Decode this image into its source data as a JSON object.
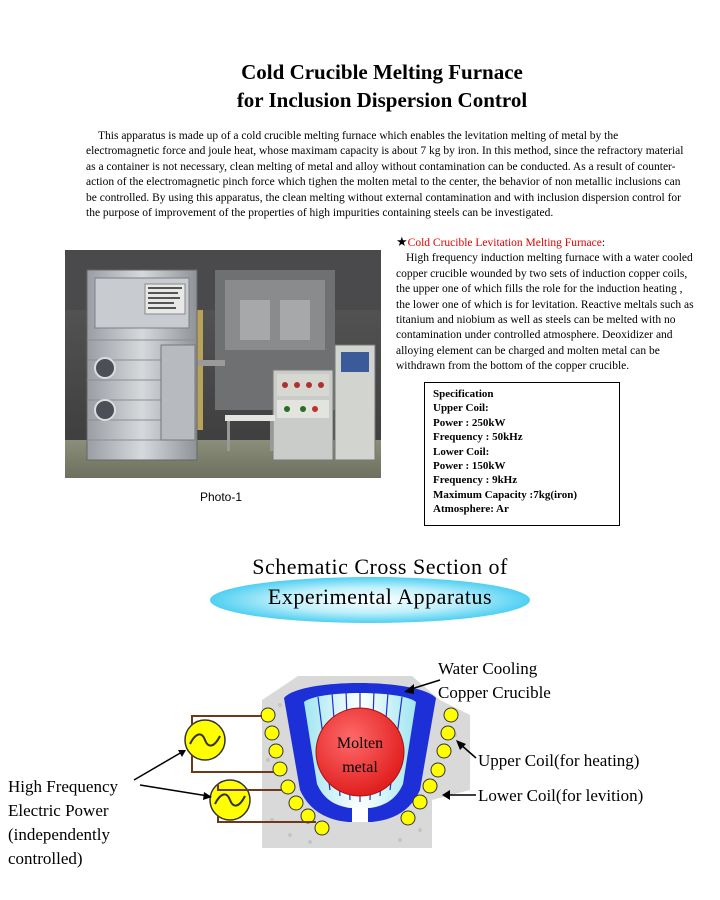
{
  "title": {
    "line1": "Cold Crucible Melting Furnace",
    "line2": "for Inclusion Dispersion Control"
  },
  "intro": "This apparatus is made up of a cold crucible  melting furnace which enables the levitation melting of metal by the electromagnetic force and joule heat, whose maximam capacity is about 7 kg by iron. In this method, since the refractory material as a container is not necessary, clean melting of metal and alloy without contamination can be conducted. As a result of counter-action of the electromagnetic pinch force which tighen the molten metal to the center, the behavior of non metallic inclusions can be controlled. By using this apparatus, the clean melting without external contamination and with inclusion dispersion control for the purpose of improvement of the properties of high impurities containing steels can be investigated.",
  "photo": {
    "caption": "Photo-1",
    "plate_text": [
      "超高周波浮揚溶解装置",
      "形式 CCLM-8kg / 250kW",
      "製造番号 1995",
      "富士電機株式会社",
      "富士電機ファーネス"
    ]
  },
  "clm": {
    "star": "★",
    "heading": "Cold Crucible Levitation Melting Furnace",
    "colon": ":",
    "body": "High frequency induction melting furnace with a water cooled copper crucible wounded by two sets of induction copper coils, the upper one of which fills the role for the induction heating , the lower one of which is for levitation. Reactive meltals such as titanium and niobium as well as steels can be melted with no contamination under controlled atmosphere. Deoxidizer and alloying element can be charged and molten metal can be withdrawn from the bottom of the copper crucible."
  },
  "spec": {
    "lines": [
      "Specification",
      "Upper Coil:",
      "Power : 250kW",
      "Frequency : 50kHz",
      "Lower Coil:",
      "Power : 150kW",
      "Frequency : 9kHz",
      "Maximum Capacity :7kg(iron)",
      "Atmosphere: Ar"
    ]
  },
  "schematic": {
    "title_line1": "Schematic Cross Section of",
    "title_line2": "Experimental Apparatus",
    "label_crucible_1": "Water Cooling",
    "label_crucible_2": "Copper Crucible",
    "label_upper_coil": "Upper Coil(for heating)",
    "label_lower_coil": "Lower Coil(for levition)",
    "label_power_1": "High Frequency",
    "label_power_2": "Electric Power",
    "label_power_3": "(independently",
    "label_power_4": "controlled)",
    "molten_1": "Molten",
    "molten_2": "metal"
  },
  "colors": {
    "heading_red": "#e00000",
    "crucible_blue": "#1d2fd6",
    "coil_yellow": "#ffff00",
    "molten_red": "#ee2a2a",
    "oval_cyan": "#7fdcf7"
  }
}
